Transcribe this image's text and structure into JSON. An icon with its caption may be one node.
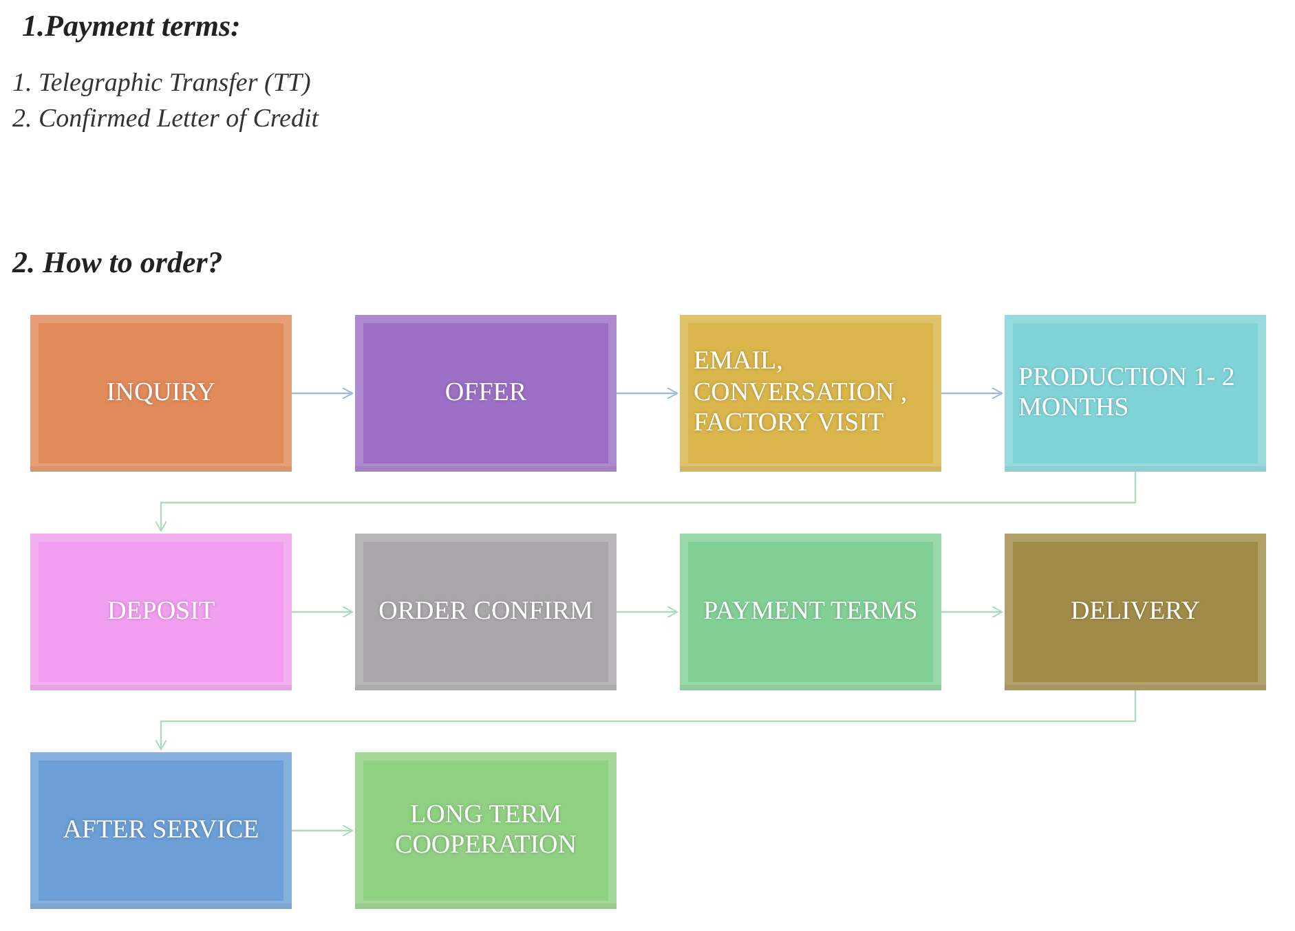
{
  "diagram": {
    "title": "1.Payment terms:",
    "nodes": [
      {
        "text": [
          "INQUIRY"
        ]
      },
      {
        "text": [
          "OFFER"
        ]
      },
      {
        "text": [
          "EMAIL, CONVERSATION , FACTORY VISIT"
        ]
      },
      {
        "text": [
          "PRODUCTION 1- 2 MONTHS"
        ]
      },
      {
        "text": [
          "DEPOSIT"
        ]
      },
      {
        "text": [
          "ORDER CONFIRM"
        ]
      },
      {
        "text": [
          "PAYMENT TERMS"
        ]
      },
      {
        "text": [
          "DELIVERY"
        ]
      },
      {
        "text": [
          "AFTER SERVICE"
        ]
      },
      {
        "text": [
          "LONG TERM COOPERATION"
        ]
      }
    ],
    "edges": [
      {
        "from": 0,
        "to": 1,
        "arrow": "to",
        "color": "#9db9e3"
      },
      {
        "from": 1,
        "to": 2,
        "arrow": "to",
        "color": "#9db9e3"
      },
      {
        "from": 2,
        "to": 3,
        "arrow": "to",
        "color": "#9db9e3"
      },
      {
        "from": 3,
        "to": 4,
        "arrow": "to"
      },
      {
        "from": 4,
        "to": 5,
        "arrow": "to"
      },
      {
        "from": 5,
        "to": 6,
        "arrow": "to"
      },
      {
        "from": 6,
        "to": 7,
        "arrow": "to"
      },
      {
        "from": 7,
        "to": 8,
        "arrow": "to"
      },
      {
        "from": 8,
        "to": 9,
        "arrow": "to"
      }
    ],
    "labels": [
      "1. Telegraphic Transfer (TT)",
      "2. Confirmed Letter of Credit",
      "2. How to order?"
    ]
  }
}
